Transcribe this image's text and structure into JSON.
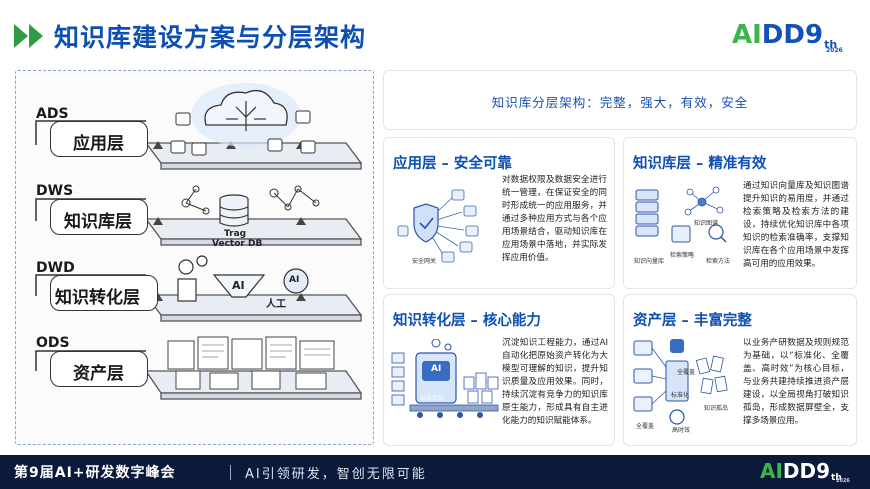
{
  "header": {
    "title": "知识库建设方案与分层架构",
    "logo_ai": "AI",
    "logo_dd": "DD",
    "logo_edition": "9",
    "logo_th": "th",
    "logo_year": "2026"
  },
  "illustration": {
    "layers": [
      {
        "code": "ADS",
        "name": "应用层"
      },
      {
        "code": "DWS",
        "name": "知识库层"
      },
      {
        "code": "DWD",
        "name": "知识转化层"
      },
      {
        "code": "ODS",
        "name": "资产层"
      }
    ],
    "db_label_1": "Trag",
    "db_label_2": "Vector DB",
    "ai_label": "AI",
    "ai_label_2": "AI",
    "manual_label": "人工"
  },
  "summary": {
    "text": "知识库分层架构：完整，强大，有效，安全"
  },
  "cards": {
    "app": {
      "title": "应用层 – 安全可靠",
      "body": "对数据权限及数据安全进行统一管理，在保证安全的同时形成统一的应用服务，并通过多种应用方式与各个应用场景结合，驱动知识库在应用场景中落地，并实际发挥应用价值。",
      "icon_label": "安全网关"
    },
    "kb": {
      "title": "知识库层 – 精准有效",
      "body": "通过知识向量库及知识图谱提升知识的易用度，并通过检索策略及检索方法的建设，持续优化知识库中各项知识的检索准确率，支撑知识库在各个应用场景中发挥高可用的应用效果。",
      "label_vector": "知识向量库",
      "label_graph": "知识图谱",
      "label_strategy": "检索策略",
      "label_method": "检索方法"
    },
    "transform": {
      "title": "知识转化层 – 核心能力",
      "body": "沉淀知识工程能力，通过AI自动化把原始资产转化为大模型可理解的知识，提升知识质量及应用效果。同时，持续沉淀有竞争力的知识库原生能力，形成具有自主进化能力的知识赋能体系。",
      "machine_label": "AI自动化",
      "machine_ai": "AI"
    },
    "asset": {
      "title": "资产层 – 丰富完整",
      "body": "以业务产研数据及规则规范为基础，以“标准化、全覆盖、高时效”为核心目标，与业务共建持续推进资产层建设，以全局视角打破知识孤岛，形成数据屏壁全，支撑多场景应用。",
      "label_coverage": "全覆盖",
      "label_standard": "标准化",
      "label_timely": "高时效",
      "label_island": "知识孤岛",
      "label_coverage2": "全覆盖"
    }
  },
  "footer": {
    "event_prefix": "第9届",
    "event_ai": "AI+",
    "event_suffix": "研发数字峰会",
    "slogan": "AI引领研发，智创无限可能"
  },
  "colors": {
    "title_blue": "#0d4fb3",
    "logo_green": "#3bb54a",
    "footer_bg": "#0b1a3a"
  }
}
